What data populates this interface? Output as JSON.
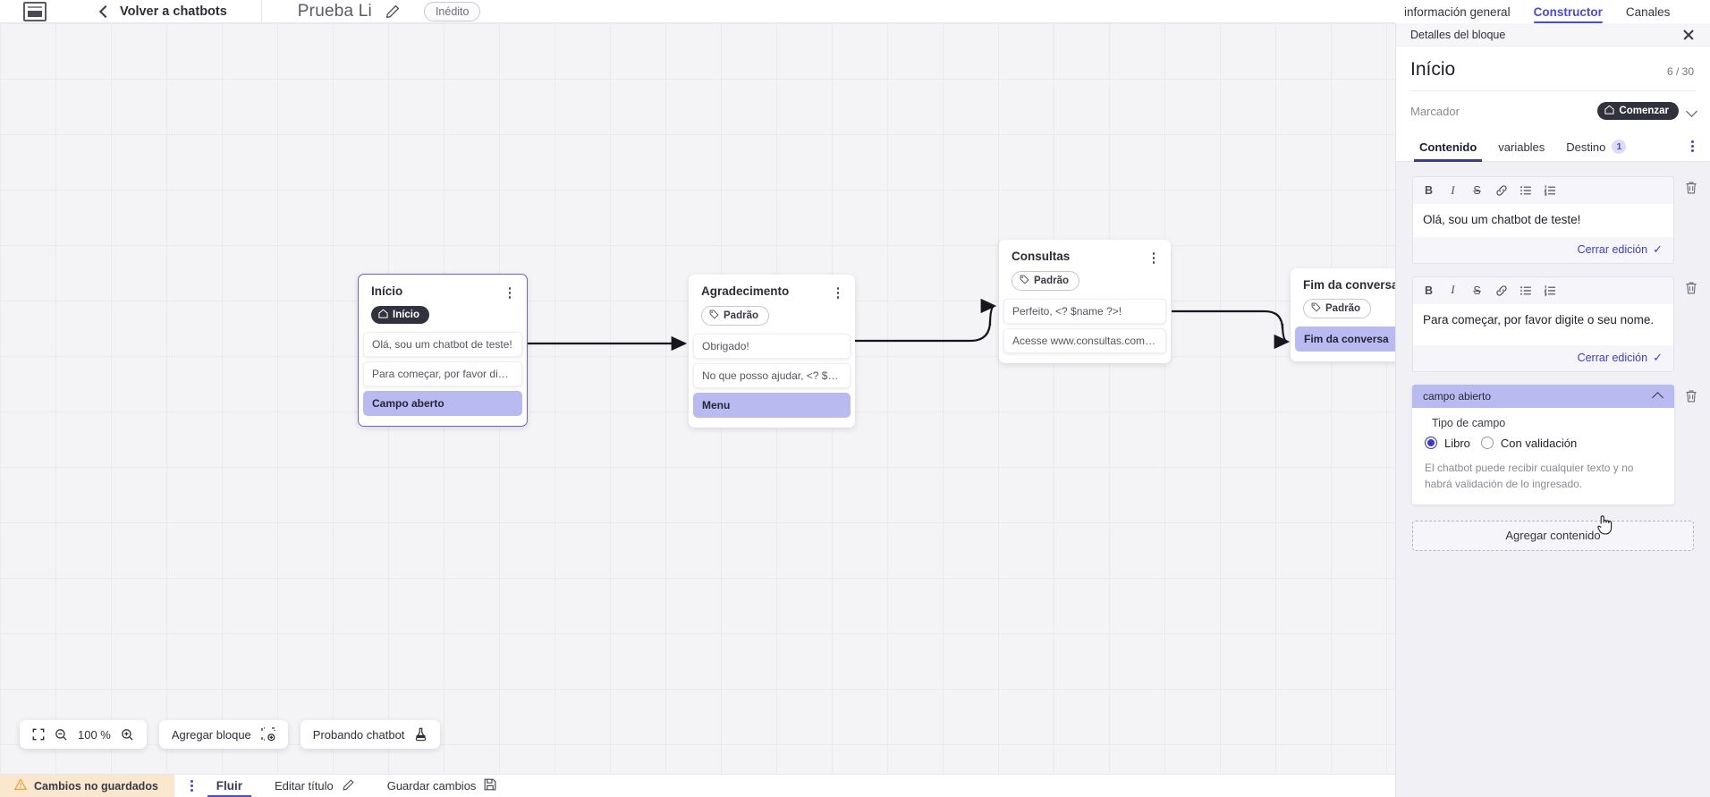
{
  "topbar": {
    "logo_icon": "app-logo-icon",
    "back_icon": "chevron-left-icon",
    "back_label": "Volver a chatbots",
    "bot_title": "Prueba Li",
    "edit_icon": "pencil-icon",
    "status_badge": "Inédito",
    "tabs": [
      {
        "label": "información general",
        "active": false
      },
      {
        "label": "Constructor",
        "active": true
      },
      {
        "label": "Canales",
        "active": false
      }
    ]
  },
  "canvas": {
    "zoom_level": "100 %",
    "fit_icon": "fit-screen-icon",
    "zoom_out_icon": "zoom-out-icon",
    "zoom_in_icon": "zoom-in-icon",
    "add_block_label": "Agregar bloque",
    "add_block_icon": "add-block-icon",
    "test_bot_label": "Probando chatbot",
    "test_bot_icon": "flask-icon",
    "nodes": [
      {
        "id": "inicio",
        "title": "Início",
        "tag": "Início",
        "tag_icon": "home-icon",
        "tag_style": "dark",
        "selected": true,
        "rows": [
          {
            "text": "Olá, sou um chatbot de teste!",
            "accent": false
          },
          {
            "text": "Para começar, por favor digite o ...",
            "accent": false
          },
          {
            "text": "Campo aberto",
            "accent": true
          }
        ]
      },
      {
        "id": "agradecimento",
        "title": "Agradecimento",
        "tag": "Padrão",
        "tag_icon": "tag-icon",
        "tag_style": "light",
        "selected": false,
        "rows": [
          {
            "text": "Obrigado!",
            "accent": false
          },
          {
            "text": "No que posso ajudar, <? $name ...",
            "accent": false
          },
          {
            "text": "Menu",
            "accent": true
          }
        ]
      },
      {
        "id": "consultas",
        "title": "Consultas",
        "tag": "Padrão",
        "tag_icon": "tag-icon",
        "tag_style": "light",
        "selected": false,
        "rows": [
          {
            "text": "Perfeito, <? $name ?>!",
            "accent": false
          },
          {
            "text": "Acesse www.consultas.com par...",
            "accent": false
          }
        ]
      },
      {
        "id": "fim",
        "title": "Fim da conversa",
        "tag": "Padrão",
        "tag_icon": "tag-icon",
        "tag_style": "light",
        "selected": false,
        "rows": [
          {
            "text": "Fim da conversa",
            "accent": true
          }
        ]
      }
    ]
  },
  "statusbar": {
    "warning_icon": "warning-triangle-icon",
    "unsaved_label": "Cambios no guardados",
    "kebab_icon": "kebab-menu-icon",
    "flow_tab": "Fluir",
    "edit_title_label": "Editar título",
    "edit_title_icon": "pencil-icon",
    "save_label": "Guardar cambios",
    "save_icon": "save-disk-icon"
  },
  "panel": {
    "header_title": "Detalles del bloque",
    "close_icon": "close-icon",
    "block_title": "Início",
    "block_count": "6 / 30",
    "marker_label": "Marcador",
    "marker_value": "Comenzar",
    "marker_icon": "home-icon",
    "marker_chevron": "chevron-down-icon",
    "tabs": [
      {
        "label": "Contenido",
        "active": true,
        "badge": null
      },
      {
        "label": "variables",
        "active": false,
        "badge": null
      },
      {
        "label": "Destino",
        "active": false,
        "badge": "1"
      }
    ],
    "tabs_kebab_icon": "kebab-menu-icon",
    "toolbar_buttons": [
      {
        "icon": "bold-icon",
        "glyph": "B"
      },
      {
        "icon": "italic-icon",
        "glyph": "I"
      },
      {
        "icon": "strikethrough-icon",
        "glyph": "S"
      },
      {
        "icon": "link-icon",
        "glyph": "⊘"
      },
      {
        "icon": "bullet-list-icon",
        "glyph": "≡"
      },
      {
        "icon": "numbered-list-icon",
        "glyph": "≣"
      }
    ],
    "editors": [
      {
        "text": "Olá, sou um chatbot de teste!",
        "close_label": "Cerrar edición",
        "delete_icon": "trash-icon"
      },
      {
        "text": "Para começar, por favor digite o seu nome.",
        "close_label": "Cerrar edición",
        "delete_icon": "trash-icon"
      }
    ],
    "field": {
      "header": "campo abierto",
      "collapse_icon": "chevron-up-icon",
      "delete_icon": "trash-icon",
      "legend": "Tipo de campo",
      "options": [
        {
          "label": "Libro",
          "selected": true
        },
        {
          "label": "Con validación",
          "selected": false
        }
      ],
      "help": "El chatbot puede recibir cualquier texto y no habrá validación de lo ingresado."
    },
    "add_content_label": "Agregar contenido"
  },
  "colors": {
    "accent": "#4b4bd8",
    "node_accent": "#b9bbf0",
    "dark_badge": "#32323e",
    "warning_bg": "#fbe7cd",
    "canvas_bg": "#f4f4f6",
    "panel_bg": "#f0f0f5"
  }
}
